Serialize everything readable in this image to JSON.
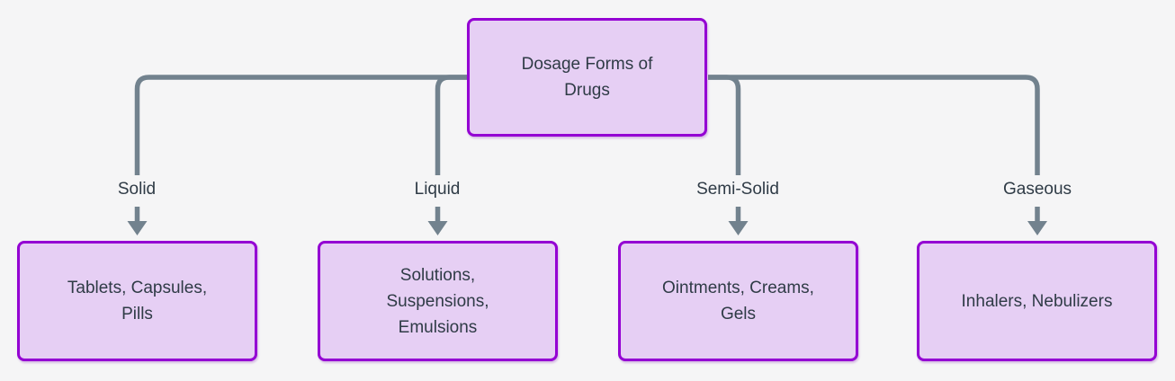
{
  "diagram": {
    "type": "flowchart-tree",
    "root_node": {
      "label": "Dosage Forms of\nDrugs"
    },
    "branches": [
      {
        "edge_label": "Solid",
        "node_label": "Tablets, Capsules,\nPills"
      },
      {
        "edge_label": "Liquid",
        "node_label": "Solutions,\nSuspensions,\nEmulsions"
      },
      {
        "edge_label": "Semi-Solid",
        "node_label": "Ointments, Creams,\nGels"
      },
      {
        "edge_label": "Gaseous",
        "node_label": "Inhalers, Nebulizers"
      }
    ]
  },
  "colors": {
    "background": "#f5f5f6",
    "node_fill": "#e6cff4",
    "node_border": "#9400d3",
    "node_text": "#2f3b46",
    "edge_line": "#72828e"
  }
}
